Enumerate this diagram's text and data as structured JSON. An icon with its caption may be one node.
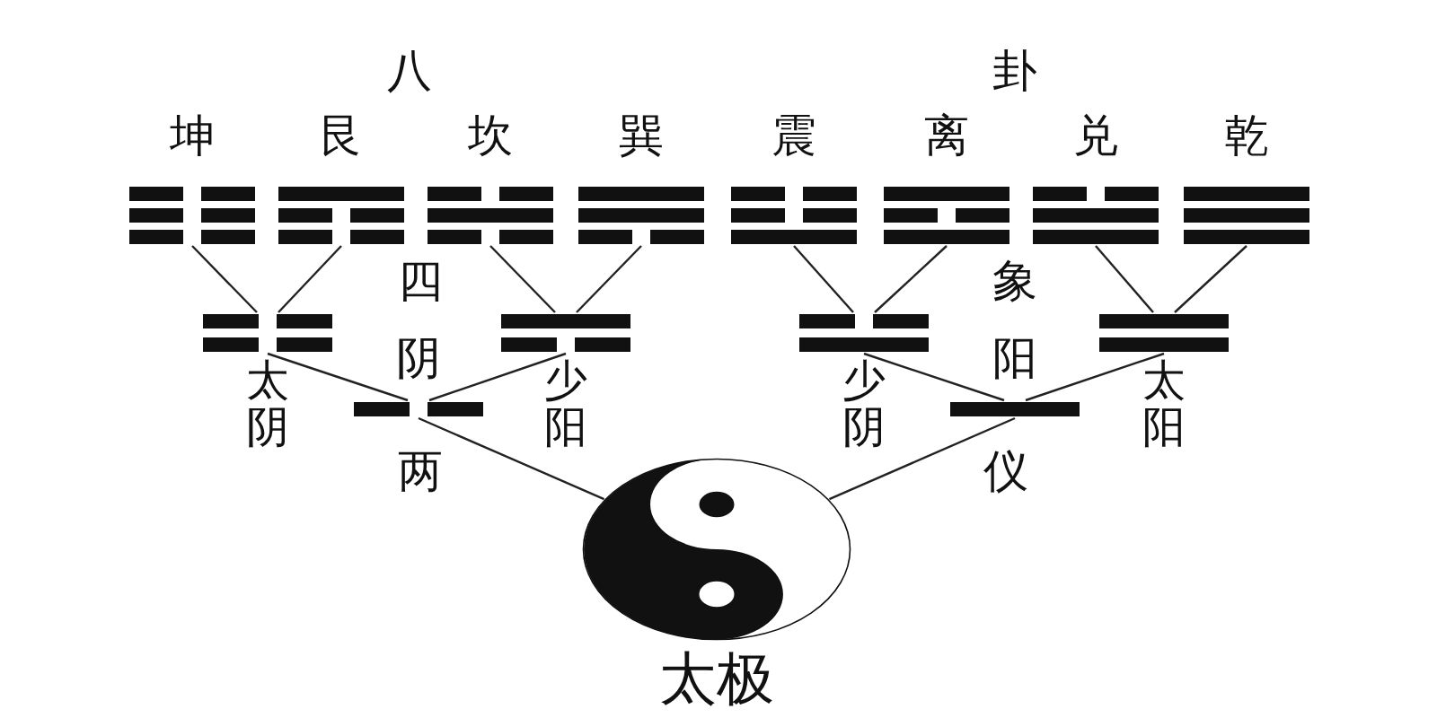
{
  "diagram": {
    "nodes": [
      {
        "text": [
          "坤"
        ]
      },
      {
        "text": [
          "艮"
        ]
      },
      {
        "text": [
          "坎"
        ]
      },
      {
        "text": [
          "巽"
        ]
      },
      {
        "text": [
          "震"
        ]
      },
      {
        "text": [
          "离"
        ]
      },
      {
        "text": [
          "兑"
        ]
      },
      {
        "text": [
          "乾"
        ]
      },
      {
        "text": [],
        "shape": "bar",
        "beside": [
          "太阴"
        ]
      },
      {
        "text": [],
        "shape": "bar",
        "beside": [
          "少阳"
        ]
      },
      {
        "text": [],
        "shape": "bar",
        "beside": [
          "少阴"
        ]
      },
      {
        "text": [],
        "shape": "bar",
        "beside": [
          "太阳"
        ]
      },
      {
        "text": [],
        "shape": "bar",
        "beside": [
          "阴"
        ]
      },
      {
        "text": [],
        "shape": "bar",
        "beside": [
          "阳"
        ]
      },
      {
        "text": [],
        "shape": "circle",
        "beside": [
          "太极"
        ]
      }
    ],
    "edges": [
      {
        "from": 14,
        "to": 12,
        "arrow": "none"
      },
      {
        "from": 14,
        "to": 13,
        "arrow": "none"
      },
      {
        "from": 12,
        "to": 8,
        "arrow": "none"
      },
      {
        "from": 12,
        "to": 9,
        "arrow": "none"
      },
      {
        "from": 13,
        "to": 10,
        "arrow": "none"
      },
      {
        "from": 13,
        "to": 11,
        "arrow": "none"
      },
      {
        "from": 8,
        "to": 0,
        "arrow": "none"
      },
      {
        "from": 8,
        "to": 1,
        "arrow": "none"
      },
      {
        "from": 9,
        "to": 2,
        "arrow": "none"
      },
      {
        "from": 9,
        "to": 3,
        "arrow": "none"
      },
      {
        "from": 10,
        "to": 4,
        "arrow": "none"
      },
      {
        "from": 10,
        "to": 5,
        "arrow": "none"
      },
      {
        "from": 11,
        "to": 6,
        "arrow": "none"
      },
      {
        "from": 11,
        "to": 7,
        "arrow": "none"
      }
    ],
    "labels": [
      "八",
      "卦",
      "四",
      "象",
      "两",
      "仪"
    ]
  }
}
